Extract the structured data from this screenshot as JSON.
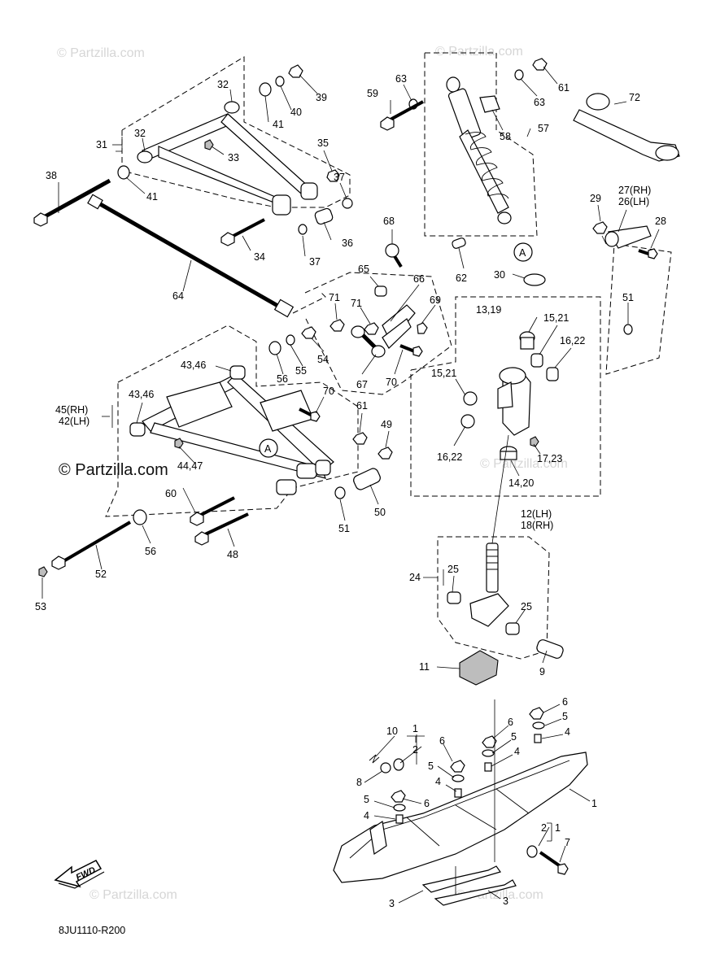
{
  "watermarks": {
    "faint": "© Partzilla.com",
    "main": "© Partzilla.com"
  },
  "diagram_code": "8JU1110-R200",
  "fwd_label": "FWD",
  "callouts": {
    "c1": "1",
    "c2": "2",
    "c3": "3",
    "c4": "4",
    "c5": "5",
    "c6": "6",
    "c7": "7",
    "c8": "8",
    "c9": "9",
    "c10": "10",
    "c11": "11",
    "c12_18": "12(LH)",
    "c18": "18(RH)",
    "c13_19": "13,19",
    "c14_20": "14,20",
    "c15_21": "15,21",
    "c16_22": "16,22",
    "c17_23": "17,23",
    "c24": "24",
    "c25": "25",
    "c26_27a": "27(RH)",
    "c26_27b": "26(LH)",
    "c28": "28",
    "c29": "29",
    "c30": "30",
    "c31": "31",
    "c32": "32",
    "c33": "33",
    "c34": "34",
    "c35": "35",
    "c36": "36",
    "c37": "37",
    "c38": "38",
    "c39": "39",
    "c40": "40",
    "c41": "41",
    "c42_45a": "45(RH)",
    "c42_45b": "42(LH)",
    "c43_46": "43,46",
    "c44_47": "44,47",
    "c48": "48",
    "c49": "49",
    "c50": "50",
    "c51": "51",
    "c52": "52",
    "c53": "53",
    "c54": "54",
    "c55": "55",
    "c56": "56",
    "c57": "57",
    "c58": "58",
    "c59": "59",
    "c60": "60",
    "c61": "61",
    "c62": "62",
    "c63": "63",
    "c64": "64",
    "c65": "65",
    "c66": "66",
    "c67": "67",
    "c68": "68",
    "c69": "69",
    "c70": "70",
    "c71": "71",
    "c72": "72",
    "refA": "A"
  }
}
